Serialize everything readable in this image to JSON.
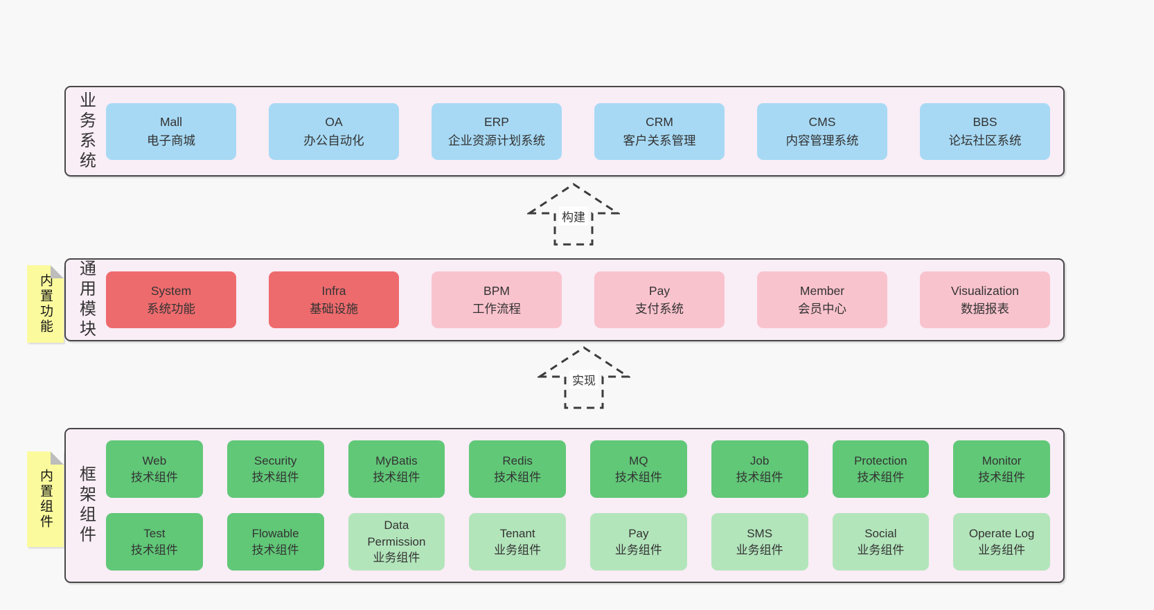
{
  "colors": {
    "page_bg": "#f8f8f8",
    "layer_bg": "#f9edf6",
    "layer_border": "#474747",
    "box_blue": "#a7d9f4",
    "box_red": "#ee6b6d",
    "box_pink": "#f9c3cd",
    "box_green": "#61c878",
    "box_green_light": "#b3e5bb",
    "sticky_yellow": "#fbfb9e",
    "fold_gray": "#bdbdbd",
    "text": "#333333"
  },
  "layers": [
    {
      "label": "业务系统",
      "boxes": [
        {
          "en": "Mall",
          "zh": "电子商城"
        },
        {
          "en": "OA",
          "zh": "办公自动化"
        },
        {
          "en": "ERP",
          "zh": "企业资源计划系统"
        },
        {
          "en": "CRM",
          "zh": "客户关系管理"
        },
        {
          "en": "CMS",
          "zh": "内容管理系统"
        },
        {
          "en": "BBS",
          "zh": "论坛社区系统"
        }
      ]
    },
    {
      "label": "通用模块",
      "boxes": [
        {
          "en": "System",
          "zh": "系统功能"
        },
        {
          "en": "Infra",
          "zh": "基础设施"
        },
        {
          "en": "BPM",
          "zh": "工作流程"
        },
        {
          "en": "Pay",
          "zh": "支付系统"
        },
        {
          "en": "Member",
          "zh": "会员中心"
        },
        {
          "en": "Visualization",
          "zh": "数据报表"
        }
      ]
    },
    {
      "label": "框架组件",
      "boxes": [
        {
          "en": "Web",
          "zh": "技术组件"
        },
        {
          "en": "Security",
          "zh": "技术组件"
        },
        {
          "en": "MyBatis",
          "zh": "技术组件"
        },
        {
          "en": "Redis",
          "zh": "技术组件"
        },
        {
          "en": "MQ",
          "zh": "技术组件"
        },
        {
          "en": "Job",
          "zh": "技术组件"
        },
        {
          "en": "Protection",
          "zh": "技术组件"
        },
        {
          "en": "Monitor",
          "zh": "技术组件"
        },
        {
          "en": "Test",
          "zh": "技术组件"
        },
        {
          "en": "Flowable",
          "zh": "技术组件"
        },
        {
          "en": "Data Permission",
          "zh": "业务组件"
        },
        {
          "en": "Tenant",
          "zh": "业务组件"
        },
        {
          "en": "Pay",
          "zh": "业务组件"
        },
        {
          "en": "SMS",
          "zh": "业务组件"
        },
        {
          "en": "Social",
          "zh": "业务组件"
        },
        {
          "en": "Operate Log",
          "zh": "业务组件"
        }
      ]
    }
  ],
  "arrows": [
    {
      "label": "构建"
    },
    {
      "label": "实现"
    }
  ],
  "stickies": [
    {
      "text": "内置功能"
    },
    {
      "text": "内置组件"
    }
  ]
}
